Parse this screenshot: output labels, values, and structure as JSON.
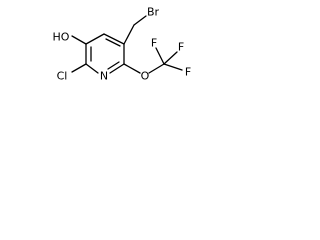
{
  "molecule": {
    "atoms": {
      "br": "Br",
      "ho": "HO",
      "cl": "Cl",
      "n": "N",
      "o": "O",
      "f_top": "F",
      "f_left": "F",
      "f_right": "F"
    }
  }
}
